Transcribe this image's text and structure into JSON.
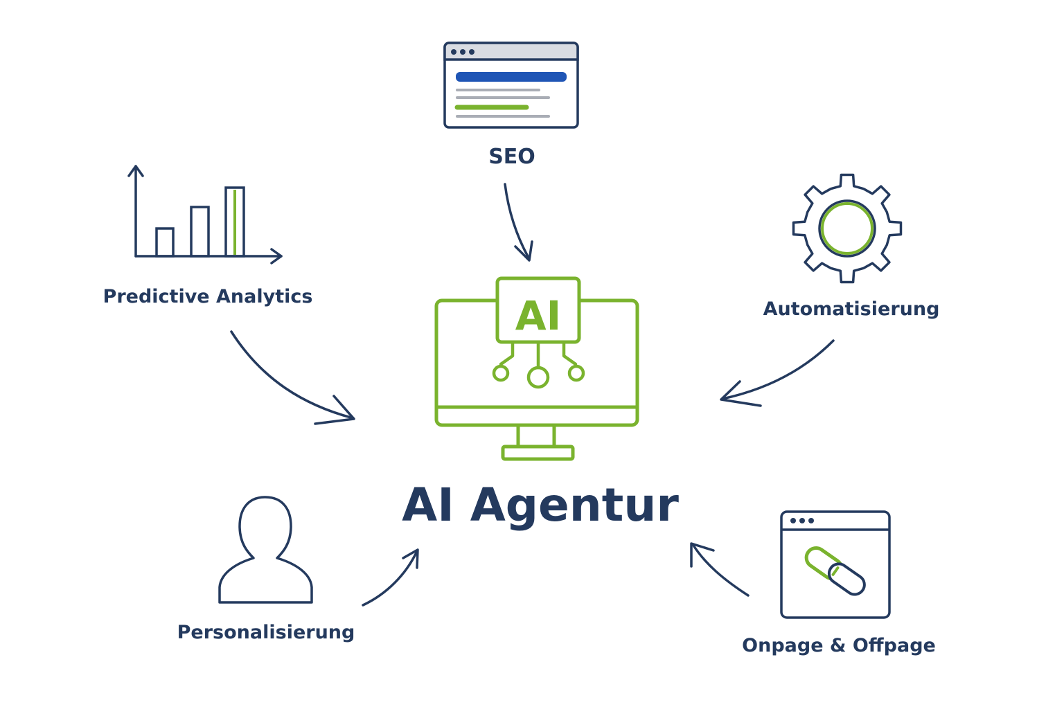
{
  "diagram": {
    "title": "AI Agentur",
    "center_badge": "AI",
    "nodes": {
      "seo": {
        "label": "SEO",
        "icon": "browser-window-icon"
      },
      "predictive_analytics": {
        "label": "Predictive Analytics",
        "icon": "bar-chart-icon"
      },
      "automatisierung": {
        "label": "Automatisierung",
        "icon": "gear-icon"
      },
      "personalisierung": {
        "label": "Personalisierung",
        "icon": "person-icon"
      },
      "onpage_offpage": {
        "label": "Onpage & Offpage",
        "icon": "link-window-icon"
      }
    },
    "colors": {
      "navy": "#243a5e",
      "green": "#7ab32e",
      "blue": "#1f55b5",
      "gray": "#a9adb5",
      "background": "#ffffff"
    }
  }
}
